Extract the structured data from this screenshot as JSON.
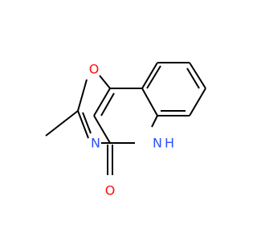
{
  "molecule": {
    "atoms": [
      {
        "id": "o-ring",
        "symbol": "O",
        "color": "#ff0d0d"
      },
      {
        "id": "n-ring",
        "symbol": "N",
        "color": "#3050f8"
      },
      {
        "id": "nh",
        "symbol": "N",
        "hydrogen": "H",
        "color": "#3050f8"
      },
      {
        "id": "o-carbonyl",
        "symbol": "O",
        "color": "#ff0d0d"
      }
    ],
    "bond_color": "#000000"
  }
}
